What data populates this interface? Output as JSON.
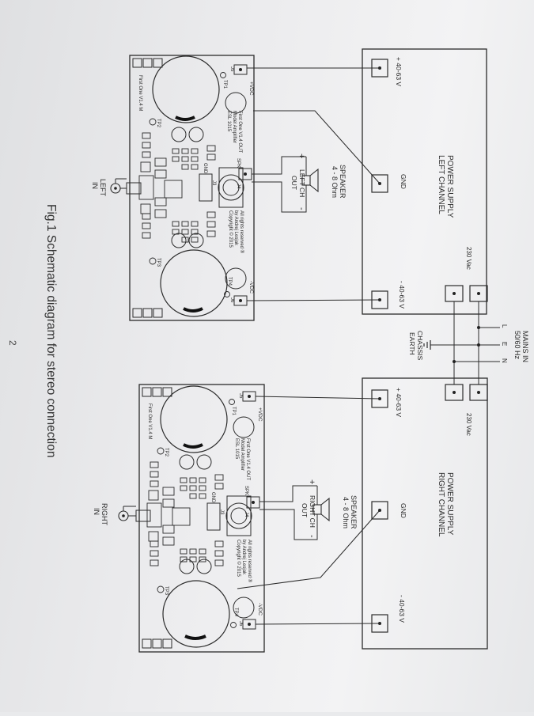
{
  "caption": "Fig.1 Schematic diagram for stereo connection",
  "page_number": "2",
  "mains": {
    "line1": "MAINS IN",
    "line2": "50/60 Hz",
    "L": "L",
    "E": "E",
    "N": "N"
  },
  "chassis_earth": {
    "line1": "CHASSIS",
    "line2": "EARTH"
  },
  "power_supply_left": {
    "line1": "POWER SUPPLY",
    "line2": "LEFT CHANNEL",
    "plus": "+ 40-63 V",
    "gnd": "GND",
    "minus": "- 40-63 V",
    "vac": "230 Vac"
  },
  "power_supply_right": {
    "line1": "POWER SUPPLY",
    "line2": "RIGHT CHANNEL",
    "plus": "+ 40-63 V",
    "gnd": "GND",
    "minus": "- 40-63 V",
    "vac": "230 Vac"
  },
  "speaker_left": {
    "line1": "SPEAKER",
    "line2": "4 - 8 Ohm",
    "ch": "LEFT CH",
    "out": "OUT",
    "plus": "+",
    "minus": "-"
  },
  "speaker_right": {
    "line1": "SPEAKER",
    "line2": "4 - 8 Ohm",
    "ch": "RIGHT CH",
    "out": "OUT",
    "plus": "+",
    "minus": "-"
  },
  "input_left": {
    "line1": "LEFT",
    "line2": "IN"
  },
  "input_right": {
    "line1": "RIGHT",
    "line2": "IN"
  },
  "board_left": {
    "pvdc": "+VDC",
    "nvdc": "-VDC",
    "j5": "J5",
    "j6": "J6",
    "j4": "J4",
    "j3": "J3",
    "tp1": "TP1",
    "tp2": "TP2",
    "tp3": "TP3",
    "tp4": "TP4",
    "gnd": "GND",
    "spk": "SPK",
    "info1": "First One V1.4 OUT",
    "info2": "Model Amplifier",
    "info3": "ESL 1015",
    "rights1": "All rights reserved ®",
    "rights2": "by Andrej Lesjak",
    "rights3": "Copyright © 2015",
    "version": "First One V1.4 M"
  },
  "board_right": {
    "pvdc": "+VDC",
    "nvdc": "-VDC",
    "j5": "J5",
    "j6": "J6",
    "j4": "J4",
    "j3": "J3",
    "tp1": "TP1",
    "tp2": "TP2",
    "tp3": "TP3",
    "tp4": "TP4",
    "gnd": "GND",
    "spk": "SPK",
    "info1": "First One V1.4 OUT",
    "info2": "Model Amplifier",
    "info3": "ESL 1015",
    "rights1": "All rights reserved ®",
    "rights2": "by Andrej Lesjak",
    "rights3": "Copyright © 2015",
    "version": "First One V1.4 M"
  }
}
